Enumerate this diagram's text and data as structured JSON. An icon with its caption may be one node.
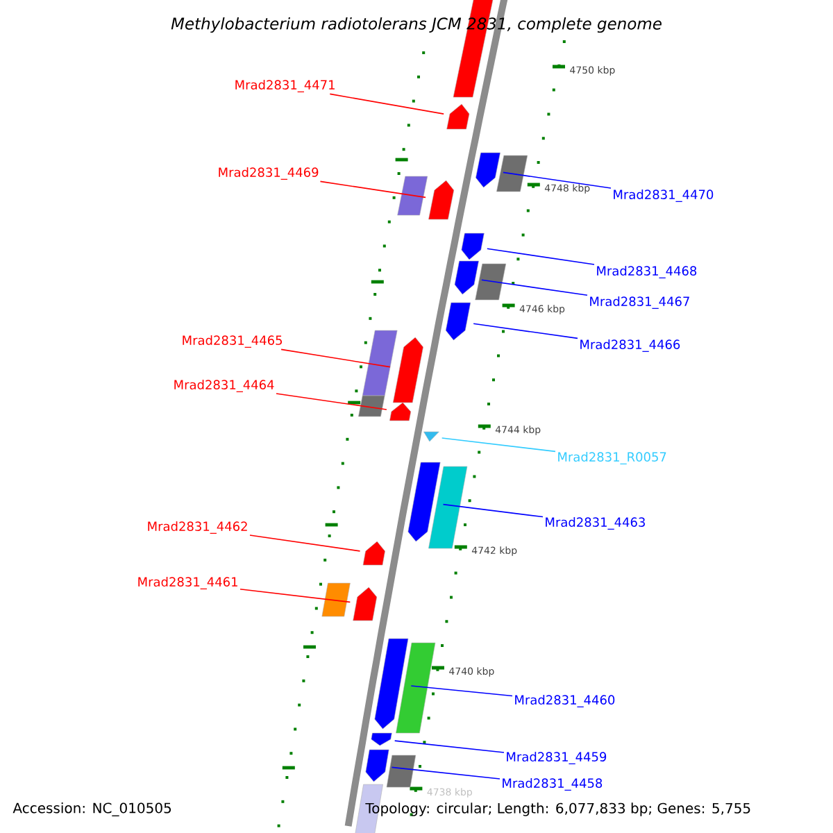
{
  "diagram": {
    "title": "Methylobacterium radiotolerans JCM 2831, complete genome",
    "nodes": [
      {
        "text": [
          "Mrad2831_4471"
        ]
      },
      {
        "text": [
          "Mrad2831_4469"
        ]
      },
      {
        "text": [
          "Mrad2831_4470"
        ]
      },
      {
        "text": [
          "Mrad2831_4468"
        ]
      },
      {
        "text": [
          "Mrad2831_4467"
        ]
      },
      {
        "text": [
          "Mrad2831_4465"
        ]
      },
      {
        "text": [
          "Mrad2831_4466"
        ]
      },
      {
        "text": [
          "Mrad2831_4464"
        ]
      },
      {
        "text": [
          "Mrad2831_R0057"
        ]
      },
      {
        "text": [
          "Mrad2831_4463"
        ]
      },
      {
        "text": [
          "Mrad2831_4462"
        ]
      },
      {
        "text": [
          "Mrad2831_4461"
        ]
      },
      {
        "text": [
          "Mrad2831_4460"
        ]
      },
      {
        "text": [
          "Mrad2831_4459"
        ]
      },
      {
        "text": [
          "Mrad2831_4458"
        ]
      },
      {
        "text": [],
        "shape": "pentagon"
      },
      {
        "text": [],
        "shape": "pentagon"
      },
      {
        "text": [],
        "shape": "pentagon"
      },
      {
        "text": [],
        "shape": "pentagon"
      },
      {
        "text": [],
        "shape": "pentagon"
      },
      {
        "text": [],
        "shape": "pentagon"
      },
      {
        "text": [],
        "shape": "pentagon"
      },
      {
        "text": [],
        "shape": "pentagon"
      },
      {
        "text": [],
        "shape": "triangle"
      },
      {
        "text": [],
        "shape": "pentagon"
      },
      {
        "text": [],
        "shape": "pentagon"
      },
      {
        "text": [],
        "shape": "pentagon"
      },
      {
        "text": [],
        "shape": "pentagon"
      },
      {
        "text": [],
        "shape": "pentagon"
      },
      {
        "text": [],
        "shape": "pentagon"
      }
    ],
    "edges": [
      {
        "from": 0,
        "to": 15,
        "arrow": "none",
        "color": "#ff0000"
      },
      {
        "from": 1,
        "to": 17,
        "arrow": "none",
        "color": "#ff0000"
      },
      {
        "from": 2,
        "to": 16,
        "arrow": "none"
      },
      {
        "from": 3,
        "to": 18,
        "arrow": "none"
      },
      {
        "from": 4,
        "to": 19,
        "arrow": "none"
      },
      {
        "from": 5,
        "to": 21,
        "arrow": "none",
        "color": "#ff0000"
      },
      {
        "from": 6,
        "to": 20,
        "arrow": "none"
      },
      {
        "from": 7,
        "to": 22,
        "arrow": "none",
        "color": "#ff0000"
      },
      {
        "from": 8,
        "to": 23,
        "arrow": "none",
        "color": "#33ccff"
      },
      {
        "from": 9,
        "to": 24,
        "arrow": "none"
      },
      {
        "from": 10,
        "to": 25,
        "arrow": "none",
        "color": "#ff0000"
      },
      {
        "from": 11,
        "to": 26,
        "arrow": "none",
        "color": "#ff0000"
      },
      {
        "from": 12,
        "to": 27,
        "arrow": "none"
      },
      {
        "from": 13,
        "to": 28,
        "arrow": "none"
      },
      {
        "from": 14,
        "to": 29,
        "arrow": "none"
      }
    ],
    "labels": [
      "4750 kbp",
      "4748 kbp",
      "4746 kbp",
      "4744 kbp",
      "4742 kbp",
      "4740 kbp",
      "4738 kbp",
      "Accession: NC_010505",
      "Topology: circular; Length: 6,077,833 bp; Genes: 5,755"
    ]
  }
}
